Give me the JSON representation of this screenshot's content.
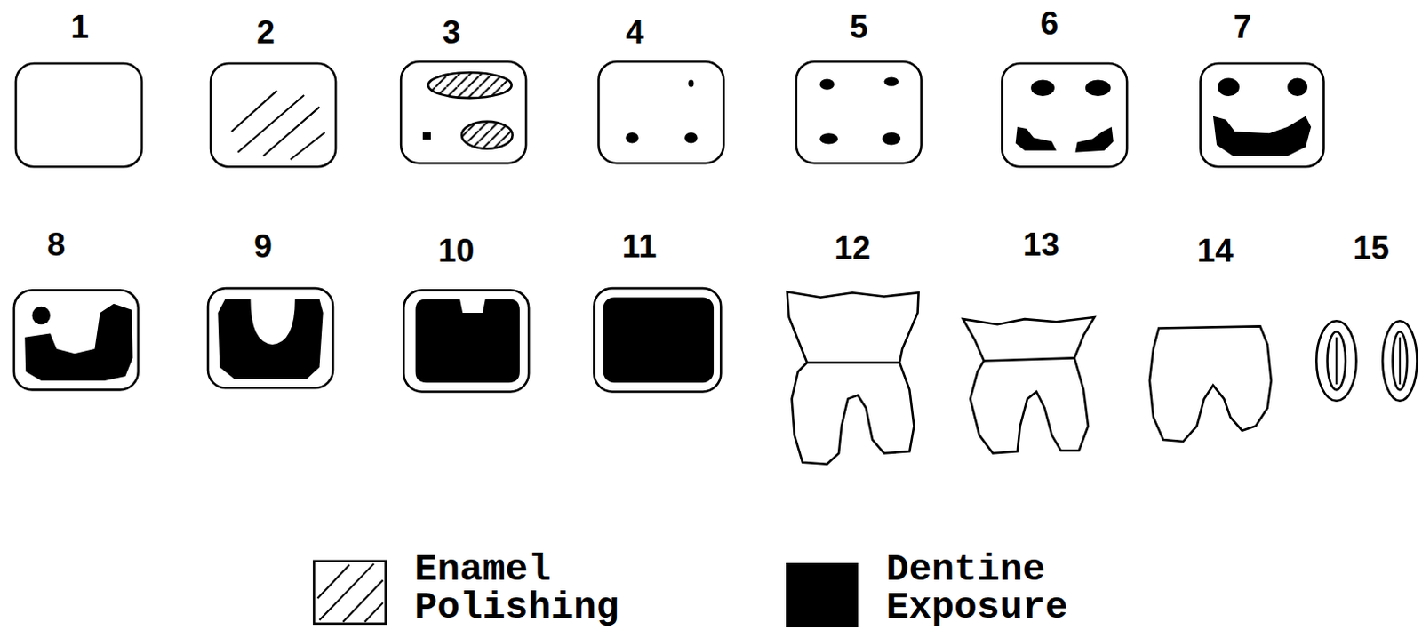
{
  "diagram": {
    "labels": [
      "1",
      "2",
      "3",
      "4",
      "5",
      "6",
      "7",
      "8",
      "9",
      "10",
      "11",
      "12",
      "13",
      "14",
      "15"
    ],
    "legend": [
      {
        "text": "Enamel Polishing"
      },
      {
        "text": "Dentine Exposure",
        "color": "#000000"
      }
    ]
  }
}
